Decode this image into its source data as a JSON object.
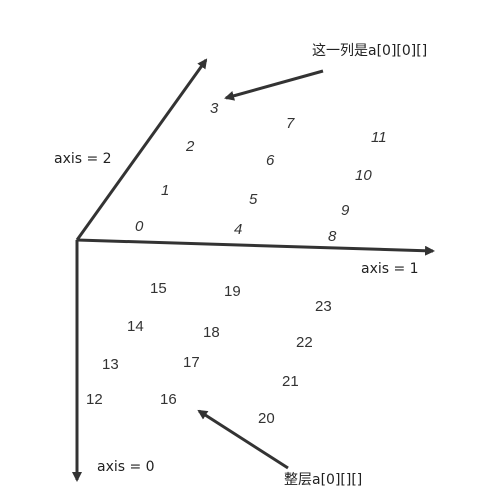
{
  "axes": {
    "axis0_label": "axis = 0",
    "axis1_label": "axis = 1",
    "axis2_label": "axis = 2"
  },
  "annotations": {
    "column_label": "这一列是a[0][0][]",
    "layer_label": "整层a[0][][]"
  },
  "cells": [
    "0",
    "1",
    "2",
    "3",
    "4",
    "5",
    "6",
    "7",
    "8",
    "9",
    "10",
    "11",
    "12",
    "13",
    "14",
    "15",
    "16",
    "17",
    "18",
    "19",
    "20",
    "21",
    "22",
    "23"
  ],
  "colors": {
    "line": "#333333",
    "text": "#333333"
  }
}
